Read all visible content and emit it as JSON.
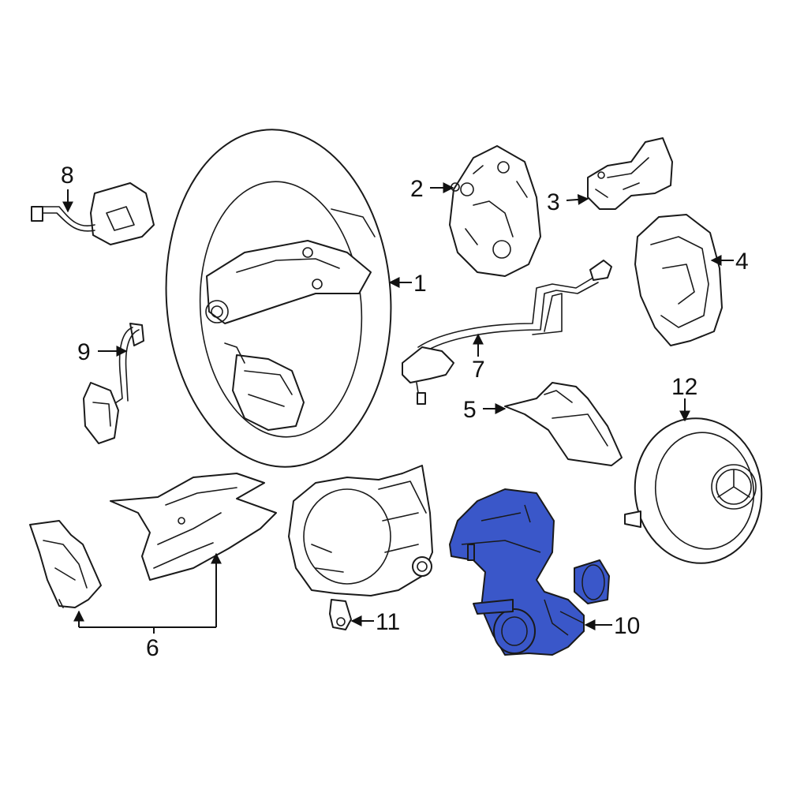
{
  "callouts": {
    "c1": "1",
    "c2": "2",
    "c3": "3",
    "c4": "4",
    "c5": "5",
    "c6": "6",
    "c7": "7",
    "c8": "8",
    "c9": "9",
    "c10": "10",
    "c11": "11",
    "c12": "12"
  },
  "colors": {
    "highlight": "#3a57c9",
    "line": "#1a1a1a",
    "background": "#ffffff"
  },
  "highlighted_part": "10"
}
